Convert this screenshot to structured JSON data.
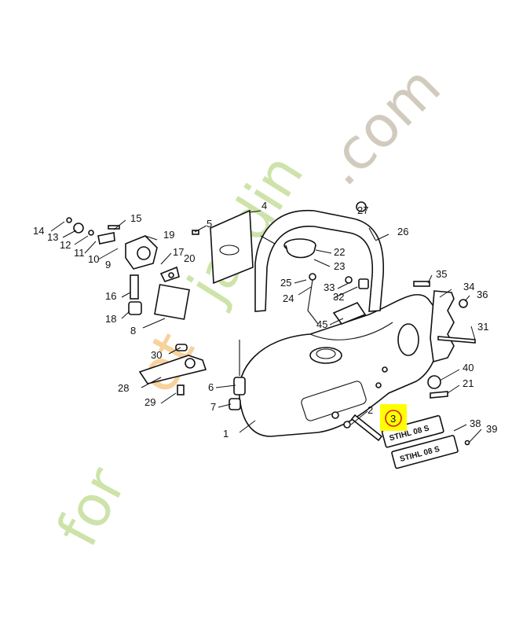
{
  "watermark": {
    "text_green": "for",
    "text_orange": "et",
    "text_green2": "jardin",
    "text_grey": ".com",
    "colors": {
      "green": "#c4de9a",
      "orange": "#f7c98a",
      "grey": "#c9c2b2"
    }
  },
  "highlight": {
    "label": "3",
    "box_color": "#ffff00",
    "circle_color": "#d22020"
  },
  "nameplates": {
    "plate_text": "STIHL 08 S"
  },
  "labels": [
    "1",
    "2",
    "4",
    "5",
    "6",
    "7",
    "8",
    "9",
    "10",
    "11",
    "12",
    "13",
    "14",
    "15",
    "16",
    "17",
    "18",
    "19",
    "20",
    "21",
    "22",
    "23",
    "24",
    "25",
    "26",
    "27",
    "28",
    "29",
    "30",
    "31",
    "32",
    "33",
    "34",
    "35",
    "36",
    "38",
    "39",
    "40",
    "45"
  ]
}
